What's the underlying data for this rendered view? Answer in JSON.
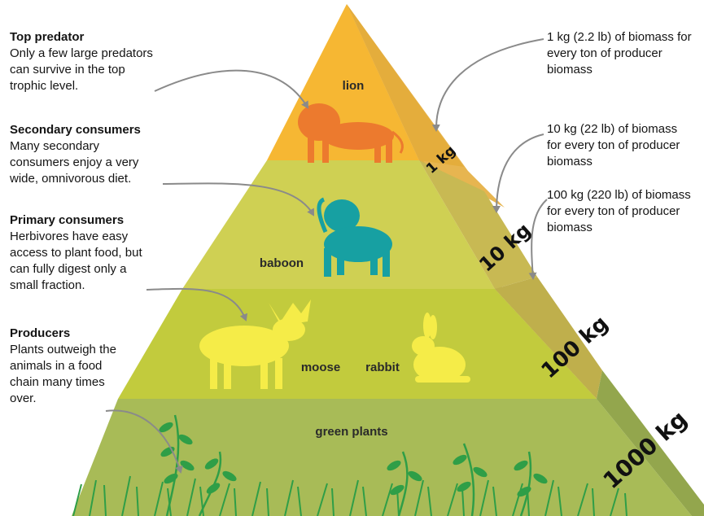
{
  "left_annotations": [
    {
      "heading": "Top predator",
      "text": "Only a few large predators can survive in the top trophic level."
    },
    {
      "heading": "Secondary consumers",
      "text": "Many secondary consumers enjoy a very wide, omnivorous diet."
    },
    {
      "heading": "Primary consumers",
      "text": "Herbivores have easy access to plant food, but can fully digest only a small fraction."
    },
    {
      "heading": "Producers",
      "text": "Plants outweigh the animals in a food chain many times over."
    }
  ],
  "right_annotations": [
    "1 kg (2.2 lb) of biomass for every ton of producer biomass",
    "10 kg (22 lb) of biomass for every ton of producer biomass",
    "100 kg (220 lb) of biomass for every ton of producer biomass"
  ],
  "level_labels": {
    "lion": "lion",
    "baboon": "baboon",
    "moose": "moose",
    "rabbit": "rabbit",
    "plants": "green plants"
  },
  "mass_labels": [
    "1 kg",
    "10 kg",
    "100 kg",
    "1000 kg"
  ],
  "colors": {
    "top_front": "#f6b733",
    "top_side": "#e2a83a",
    "secondary_front": "#cfd053",
    "secondary_side": "#bcb858",
    "primary_front": "#c2cb3d",
    "primary_side": "#bdb54e",
    "producer_front": "#a8bb57",
    "producer_side": "#9aac4f",
    "lion": "#ec7a2e",
    "baboon": "#17a0a2",
    "herbivore": "#f5ec48",
    "grass": "#2f9e47",
    "arrow": "#8a8a8a"
  }
}
